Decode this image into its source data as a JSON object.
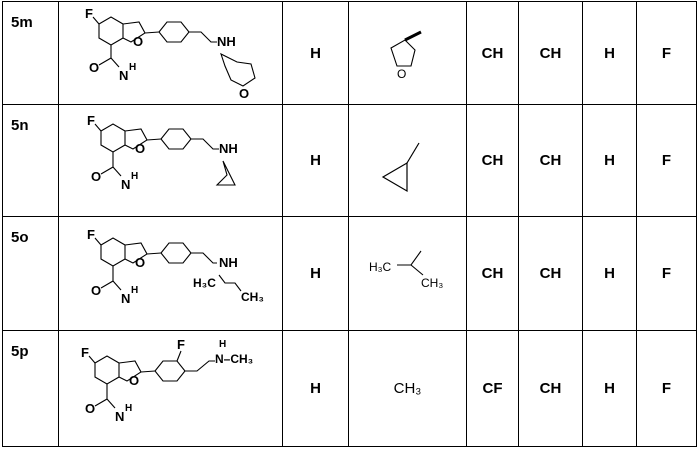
{
  "rows": [
    {
      "id": "5m",
      "r1": "H",
      "x1": "CH",
      "x2": "CH",
      "r3": "H",
      "r4": "F",
      "struct": {
        "f": "F",
        "o_ring": "O",
        "nh": "NH",
        "o_amide": "O",
        "n_amide": "N",
        "h_amide": "H",
        "o_thf": "O"
      },
      "r2": {
        "o": "O"
      }
    },
    {
      "id": "5n",
      "r1": "H",
      "x1": "CH",
      "x2": "CH",
      "r3": "H",
      "r4": "F",
      "struct": {
        "f": "F",
        "o_ring": "O",
        "nh": "NH",
        "o_amide": "O",
        "n_amide": "N",
        "h_amide": "H"
      }
    },
    {
      "id": "5o",
      "r1": "H",
      "x1": "CH",
      "x2": "CH",
      "r3": "H",
      "r4": "F",
      "struct": {
        "f": "F",
        "o_ring": "O",
        "nh": "NH",
        "h3c": "H₃C",
        "ch3": "CH₃",
        "o_amide": "O",
        "n_amide": "N",
        "h_amide": "H"
      },
      "r2": {
        "h3c": "H₃C",
        "ch3": "CH₃"
      }
    },
    {
      "id": "5p",
      "r1": "H",
      "r2_text": "CH₃",
      "x1": "CF",
      "x2": "CH",
      "r3": "H",
      "r4": "F",
      "struct": {
        "f": "F",
        "f2": "F",
        "o_ring": "O",
        "h_n": "H",
        "n_ch3": "N–CH₃",
        "o_amide": "O",
        "n_amide": "N",
        "h_amide": "H"
      }
    }
  ]
}
